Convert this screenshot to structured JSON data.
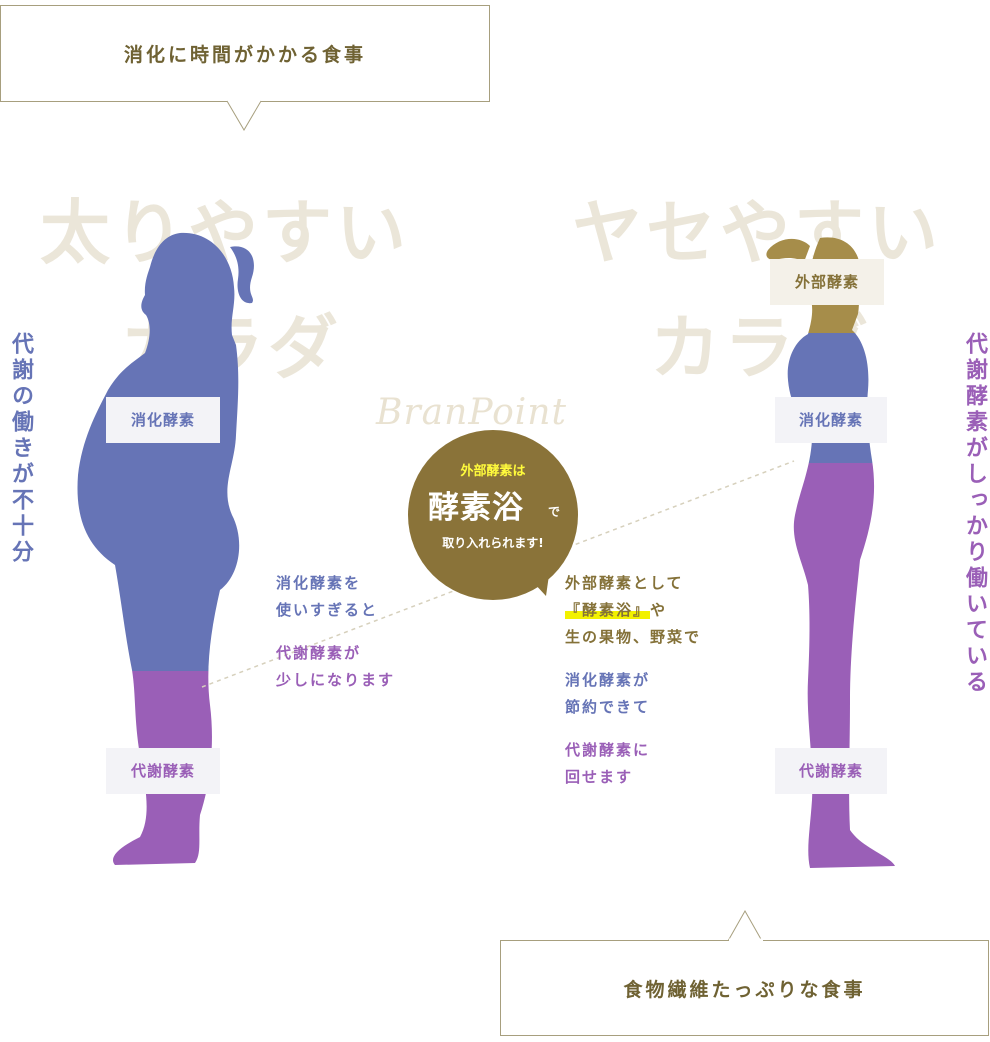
{
  "top_box": {
    "text": "消化に時間がかかる食事"
  },
  "bottom_box": {
    "text": "食物繊維たっぷりな食事"
  },
  "left": {
    "heading_line1": "太りやすい",
    "heading_line2": "カラダ",
    "side_text": "代謝の働きが不十分",
    "label_digest": "消化酵素",
    "label_metab": "代謝酵素",
    "note1_line1": "消化酵素を",
    "note1_line2": "使いすぎると",
    "note2_line1": "代謝酵素が",
    "note2_line2": "少しになります"
  },
  "right": {
    "heading_line1": "ヤセやすい",
    "heading_line2": "カラダ",
    "side_text": "代謝酵素がしっかり働いている",
    "label_external": "外部酵素",
    "label_digest": "消化酵素",
    "label_metab": "代謝酵素",
    "note1_line1": "外部酵素として",
    "note1_line2_hl": "『酵素浴』",
    "note1_line2_rest": "や",
    "note1_line3": "生の果物、野菜で",
    "note2_line1": "消化酵素が",
    "note2_line2": "節約できて",
    "note3_line1": "代謝酵素に",
    "note3_line2": "回せます"
  },
  "bubble": {
    "script": "BranPoint",
    "line1": "外部酵素は",
    "main": "酵素浴",
    "suffix": "で",
    "line3": "取り入れられます!"
  },
  "colors": {
    "blue": "#6674b6",
    "purple": "#9a5fb7",
    "gold": "#8a7339",
    "heading": "#ebe6d9"
  }
}
